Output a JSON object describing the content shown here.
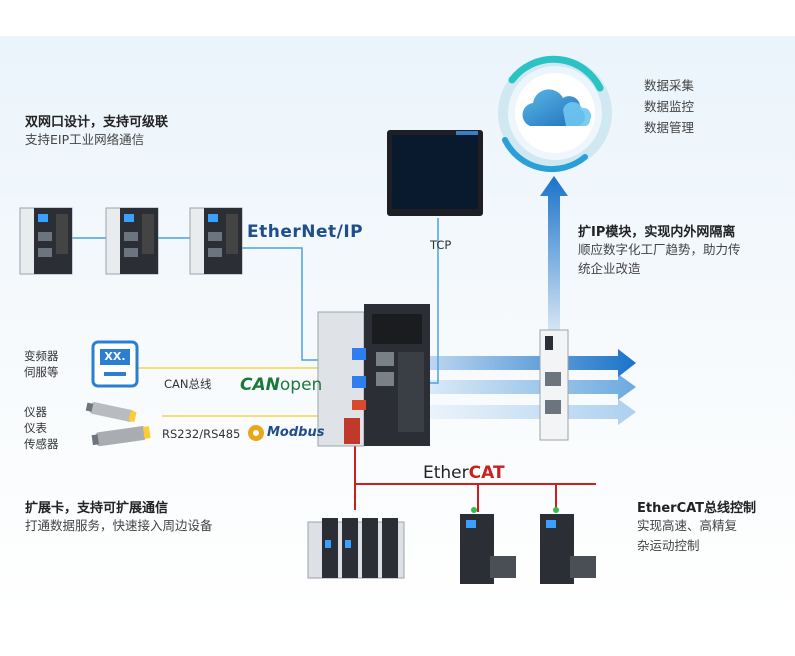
{
  "features": {
    "dual_port": {
      "title": "双网口设计，支持可级联",
      "desc": "支持EIP工业网络通信"
    },
    "ip_module": {
      "title": "扩IP模块，实现内外网隔离",
      "desc_line1": "顺应数字化工厂趋势，助力传",
      "desc_line2": "统企业改造"
    },
    "expansion": {
      "title": "扩展卡，支持可扩展通信",
      "desc": "打通数据服务，快速接入周边设备"
    },
    "ethercat_control": {
      "title": "EtherCAT总线控制",
      "desc_line1": "实现高速、高精复",
      "desc_line2": "杂运动控制"
    }
  },
  "cloud_services": [
    "数据采集",
    "数据监控",
    "数据管理"
  ],
  "labels": {
    "tcp": "TCP",
    "can_bus": "CAN总线",
    "rs_bus": "RS232/RS485",
    "inverter_line1": "变频器",
    "inverter_line2": "伺服等",
    "sensor_line1": "仪器",
    "sensor_line2": "仪表",
    "sensor_line3": "传感器",
    "display_value": "XX."
  },
  "logos": {
    "ethernet_ip": "EtherNet/IP",
    "canopen_can": "CAN",
    "canopen_open": "open",
    "modbus": "Modbus",
    "ethercat_ether": "Ether",
    "ethercat_cat": "CAT"
  },
  "colors": {
    "eip_line": "#4aa3df",
    "serial_line": "#f2d64b",
    "ethercat_line": "#cc1f1f",
    "arrow_blue": "#1a73c9",
    "cloud": "#2a86c8",
    "ring": "#2bc2c4"
  }
}
